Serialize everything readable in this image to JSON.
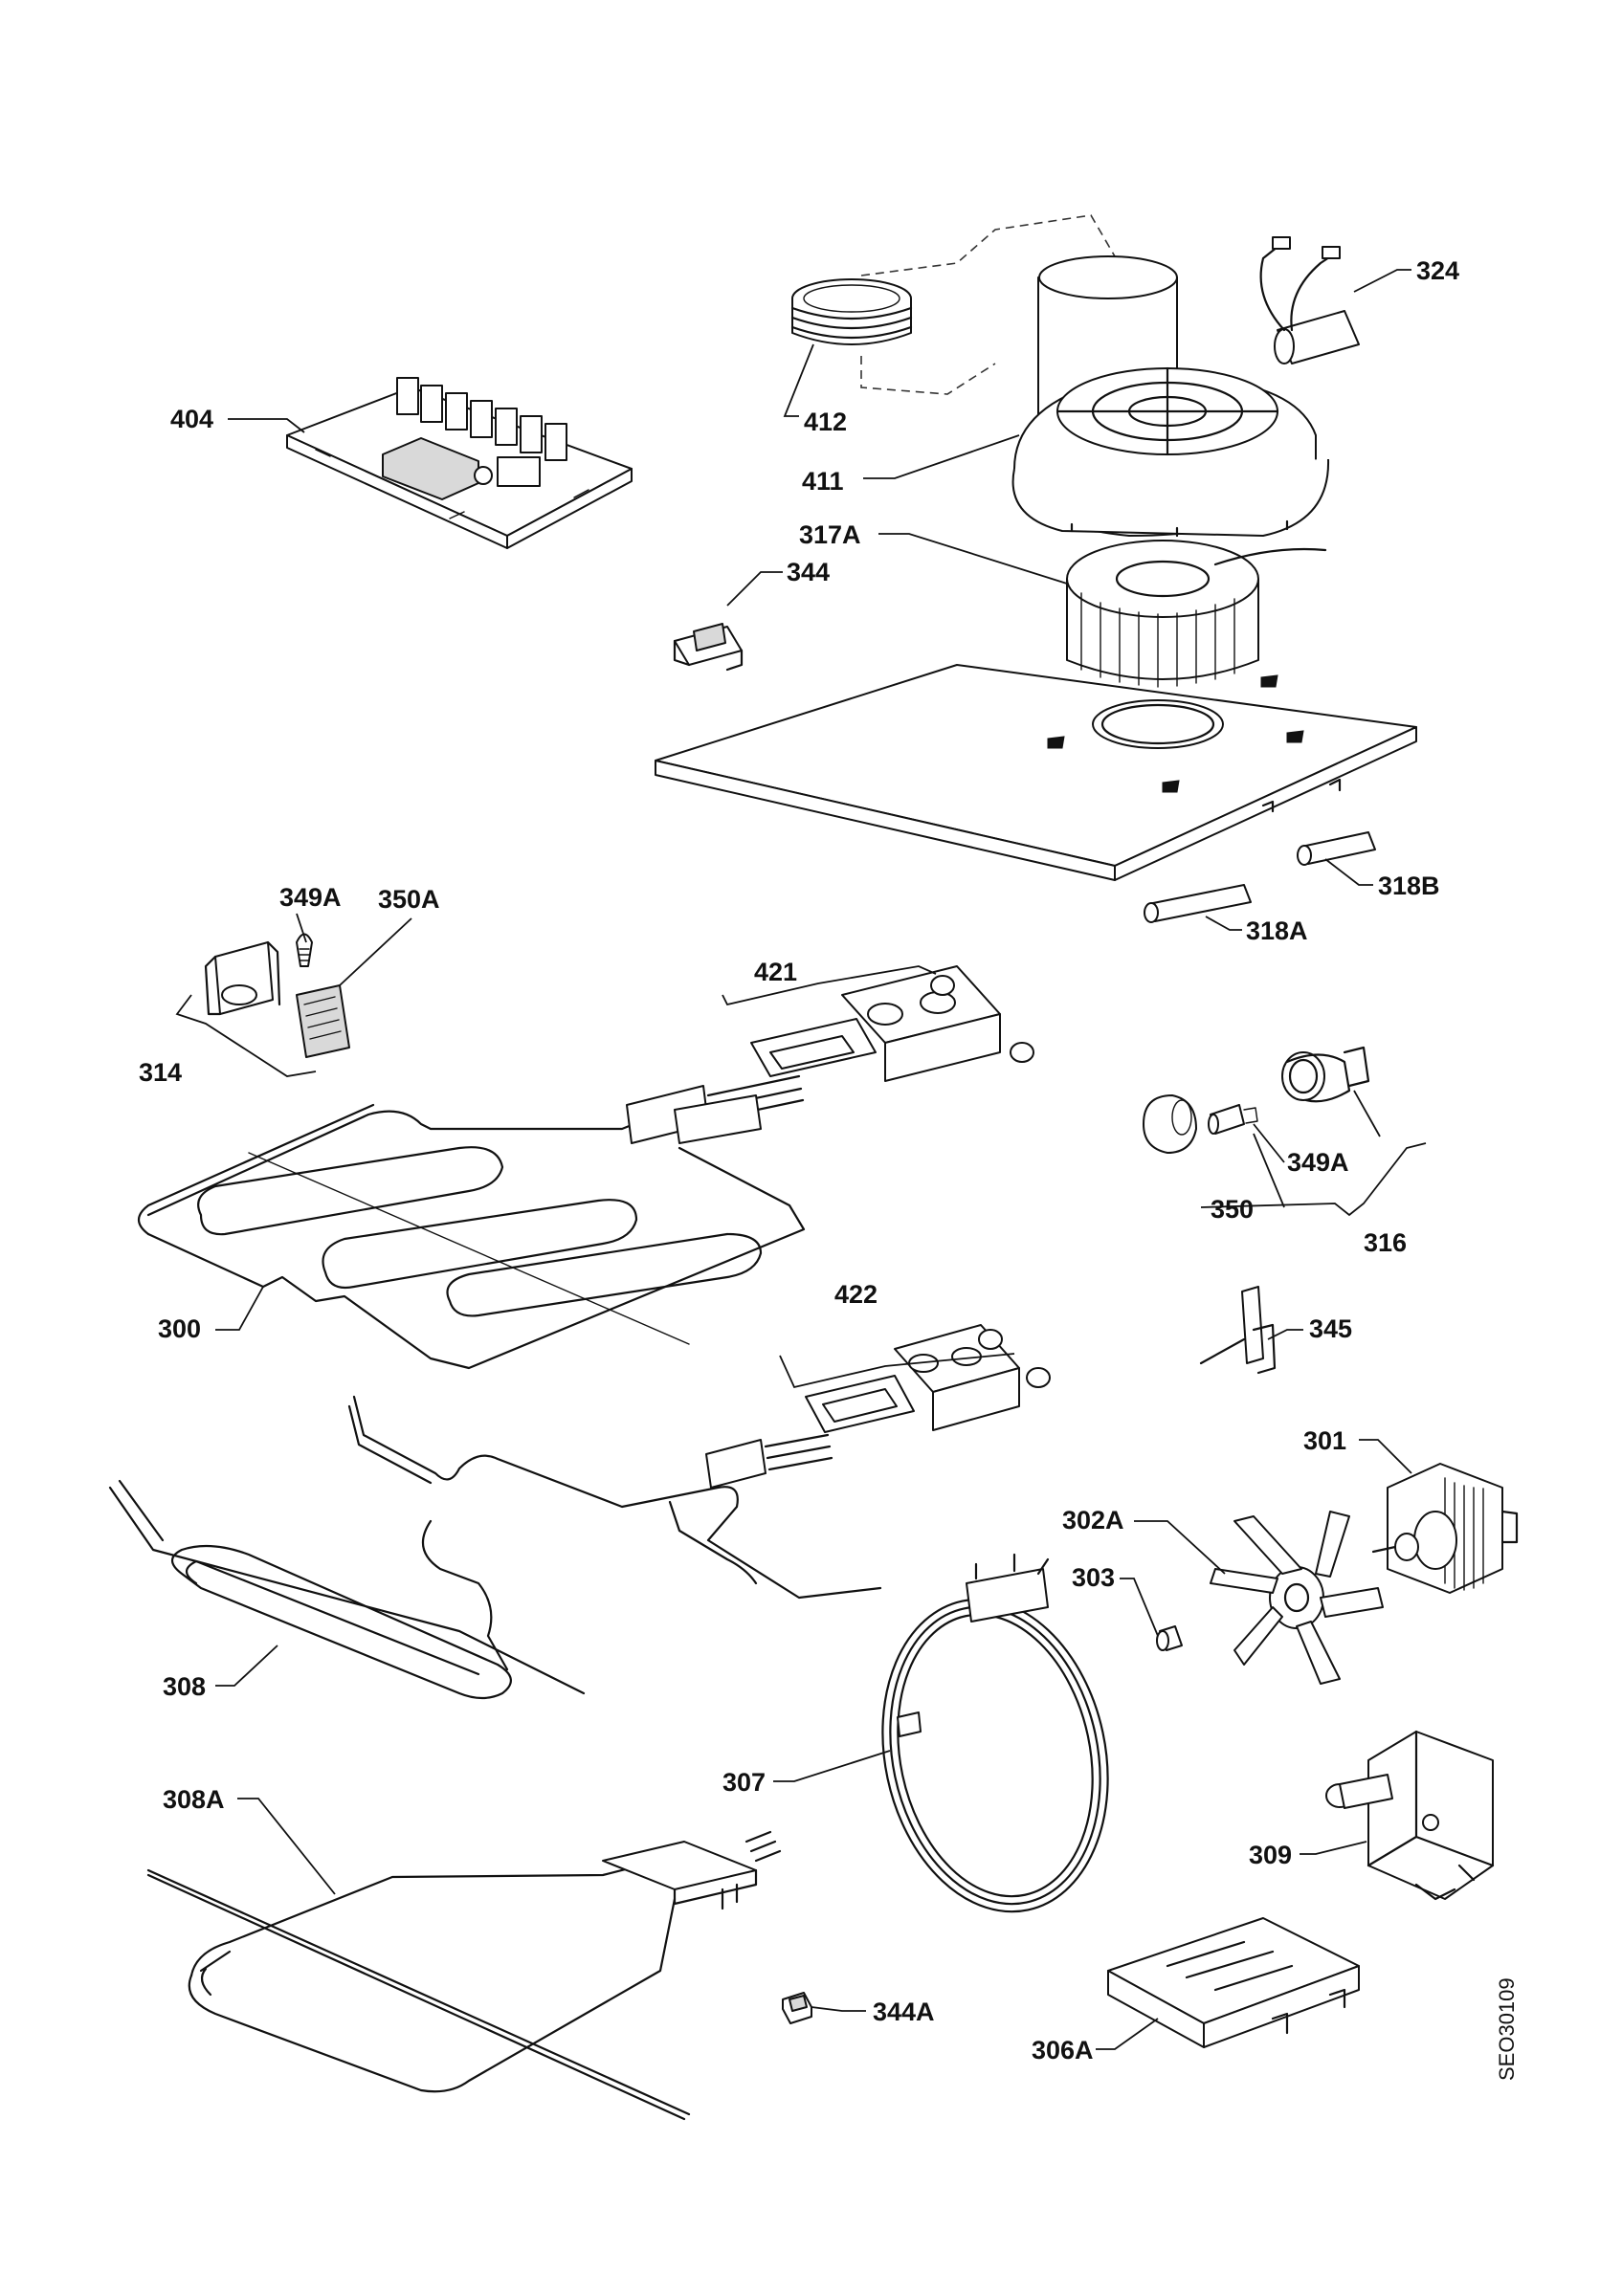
{
  "diagram": {
    "document_code": "SEO30109",
    "parts": [
      {
        "id": "p324",
        "label": "324"
      },
      {
        "id": "p412",
        "label": "412"
      },
      {
        "id": "p404",
        "label": "404"
      },
      {
        "id": "p411",
        "label": "411"
      },
      {
        "id": "p317a",
        "label": "317A"
      },
      {
        "id": "p344",
        "label": "344"
      },
      {
        "id": "p318b",
        "label": "318B"
      },
      {
        "id": "p318a",
        "label": "318A"
      },
      {
        "id": "p349a-top",
        "label": "349A"
      },
      {
        "id": "p350a",
        "label": "350A"
      },
      {
        "id": "p421",
        "label": "421"
      },
      {
        "id": "p314",
        "label": "314"
      },
      {
        "id": "p349a-right",
        "label": "349A"
      },
      {
        "id": "p350",
        "label": "350"
      },
      {
        "id": "p316",
        "label": "316"
      },
      {
        "id": "p300",
        "label": "300"
      },
      {
        "id": "p422",
        "label": "422"
      },
      {
        "id": "p345",
        "label": "345"
      },
      {
        "id": "p301",
        "label": "301"
      },
      {
        "id": "p302a",
        "label": "302A"
      },
      {
        "id": "p303",
        "label": "303"
      },
      {
        "id": "p308",
        "label": "308"
      },
      {
        "id": "p307",
        "label": "307"
      },
      {
        "id": "p308a",
        "label": "308A"
      },
      {
        "id": "p309",
        "label": "309"
      },
      {
        "id": "p344a",
        "label": "344A"
      },
      {
        "id": "p306a",
        "label": "306A"
      }
    ]
  }
}
